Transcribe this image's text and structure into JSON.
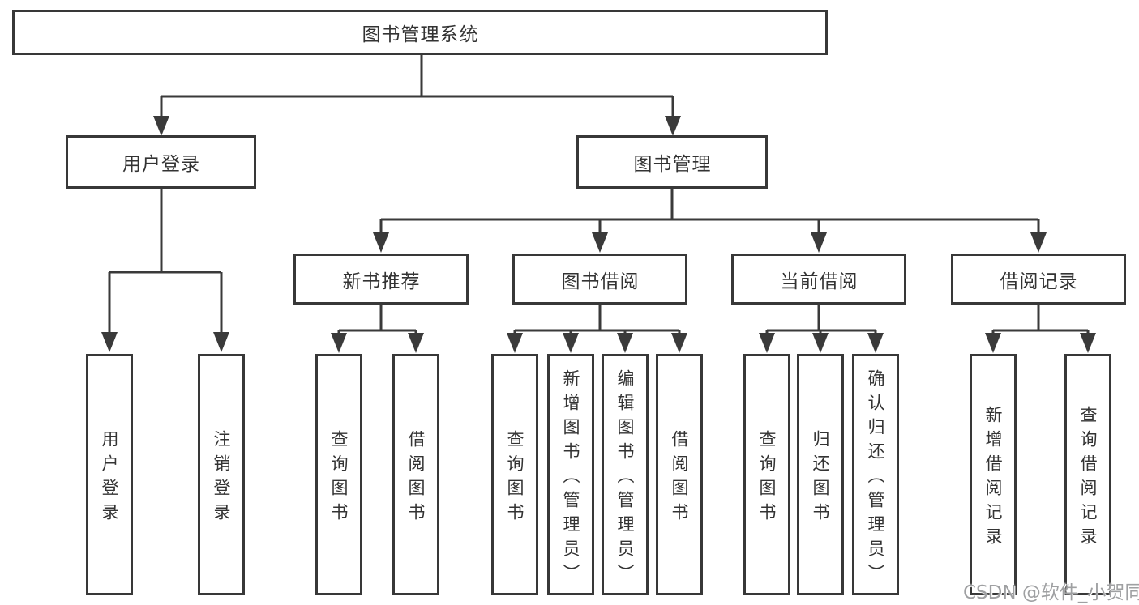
{
  "watermark": "CSDN @软件_小贺同学",
  "colors": {
    "line": "#3a3a3a",
    "box_border": "#383838",
    "text": "#333333",
    "background": "#ffffff",
    "watermark": "#9fa0a2"
  },
  "tree": {
    "label": "图书管理系统",
    "children": [
      {
        "label": "用户登录",
        "children": [
          {
            "label": "用户登录"
          },
          {
            "label": "注销登录"
          }
        ]
      },
      {
        "label": "图书管理",
        "children": [
          {
            "label": "新书推荐",
            "children": [
              {
                "label": "查询图书"
              },
              {
                "label": "借阅图书"
              }
            ]
          },
          {
            "label": "图书借阅",
            "children": [
              {
                "label": "查询图书"
              },
              {
                "label": "新增图书（管理员）"
              },
              {
                "label": "编辑图书（管理员）"
              },
              {
                "label": "借阅图书"
              }
            ]
          },
          {
            "label": "当前借阅",
            "children": [
              {
                "label": "查询图书"
              },
              {
                "label": "归还图书"
              },
              {
                "label": "确认归还（管理员）"
              }
            ]
          },
          {
            "label": "借阅记录",
            "children": [
              {
                "label": "新增借阅记录"
              },
              {
                "label": "查询借阅记录"
              }
            ]
          }
        ]
      }
    ]
  }
}
